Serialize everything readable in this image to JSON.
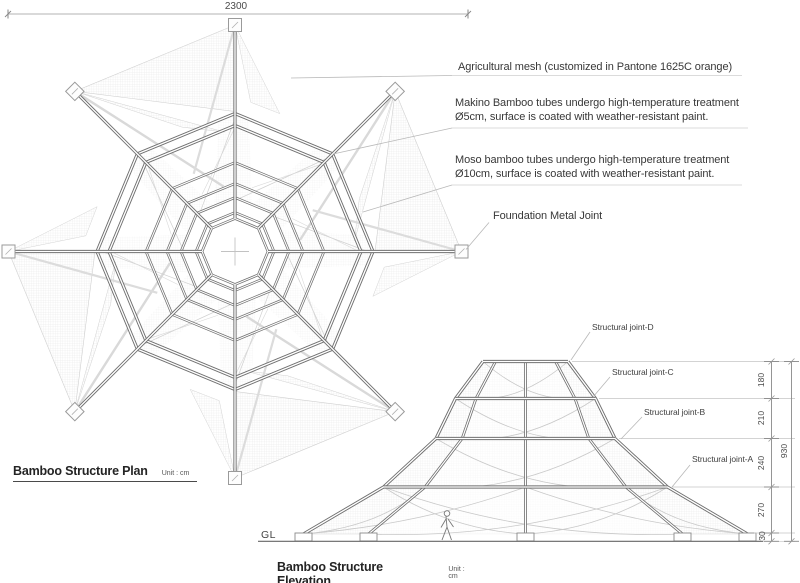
{
  "plan": {
    "title": "Bamboo Structure Plan",
    "unit": "Unit : cm",
    "top_dimension": "2300"
  },
  "elevation": {
    "title": "Bamboo Structure Elevation",
    "unit": "Unit : cm",
    "ground_line": "GL",
    "joints": [
      "Structural joint-D",
      "Structural joint-C",
      "Structural joint-B",
      "Structural joint-A"
    ],
    "dim_segments": [
      "180",
      "210",
      "240",
      "270",
      "30"
    ],
    "dim_overall": "930"
  },
  "callouts": [
    {
      "text": "Agricultural mesh (customized in Pantone 1625C orange)"
    },
    {
      "lines": [
        "Makino Bamboo tubes undergo high-temperature treatment",
        "Ø5cm,  surface is coated with weather-resistant paint."
      ]
    },
    {
      "lines": [
        "Moso bamboo tubes undergo high-temperature treatment",
        "Ø10cm, surface is coated with weather-resistant paint."
      ]
    },
    {
      "text": "Foundation Metal Joint"
    }
  ],
  "colors": {
    "tube": "#6f6f6f",
    "tube_core": "#ffffff",
    "mesh_grid": "#e1e1e1",
    "mesh_edge": "#cccccc",
    "shadow_band": "#d9d9d9",
    "chord": "#d0d0d0",
    "leader": "#b8b8b8",
    "dim_line": "#9a9a9a",
    "ground": "#666666",
    "text": "#383838"
  }
}
